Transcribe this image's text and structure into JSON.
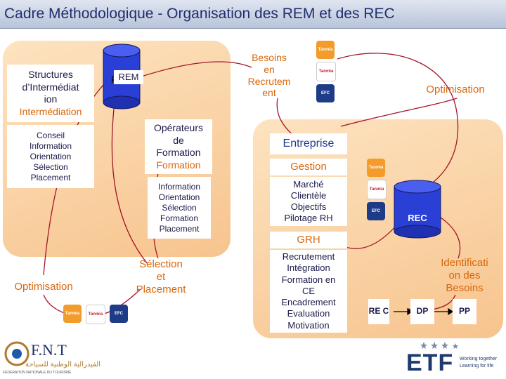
{
  "title": "Cadre Méthodologique - Organisation des REM et des REC",
  "left_panel": {
    "structures": [
      "Structures",
      "d’Intermédiat",
      "ion"
    ],
    "intermediation": "Intermédiation",
    "functions": [
      "Conseil",
      "Information",
      "Orientation",
      "Sélection",
      "Placement"
    ],
    "rem_label": "REM",
    "operateurs": [
      "Opérateurs",
      "de",
      "Formation"
    ],
    "formation": "Formation",
    "op_functions": [
      "Information",
      "Orientation",
      "Sélection",
      "Formation",
      "Placement"
    ]
  },
  "labels": {
    "besoins_recrutement": [
      "Besoins",
      "en",
      "Recrutem",
      "ent"
    ],
    "optimisation_top": "Optimisation",
    "optimisation_left": "Optimisation",
    "selection_placement": [
      "Sélection",
      "et",
      "Placement"
    ],
    "identification_besoins": [
      "Identificati",
      "on des",
      "Besoins"
    ]
  },
  "right_panel": {
    "entreprise": "Entreprise",
    "gestion": "Gestion",
    "gestion_items": [
      "Marché",
      "Clientèle",
      "Objectifs",
      "Pilotage RH"
    ],
    "grh": "GRH",
    "grh_items": [
      "Recrutement",
      "Intégration",
      "Formation en",
      "CE",
      "Encadrement",
      "Evaluation",
      "Motivation"
    ]
  },
  "rec_label": "REC",
  "bottom_boxes": [
    "RE C",
    "DP",
    "PP"
  ],
  "logos": {
    "icon_a": "Tanmia",
    "icon_b": "Tanmia",
    "icon_c": "EFC",
    "fnt": "F.N.T",
    "fnt_arabic": "الفيدرالية الوطنية للسياحة",
    "fnt_sub": "FEDERATION NATIONALE DU TOURISME",
    "etf": "ETF",
    "etf_tagline": [
      "Working together",
      "Learning for life"
    ]
  },
  "colors": {
    "title": "#1f2f6e",
    "panel": "#f7c48e",
    "cylinder": "#2a3fd6",
    "link_line": "#a3152a",
    "orange_text": "#d9670b",
    "blue_text": "#1f3a8c"
  }
}
